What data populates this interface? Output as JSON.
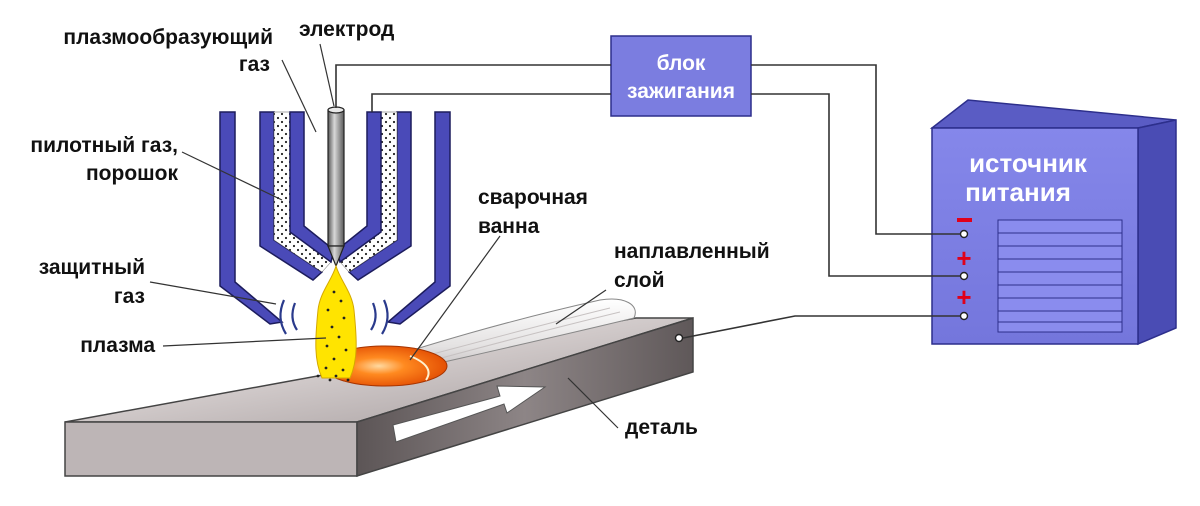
{
  "labels": {
    "plasma_gas_line1": "плазмообразующий",
    "plasma_gas_line2": "газ",
    "electrode": "электрод",
    "pilot_gas_line1": "пилотный газ,",
    "pilot_gas_line2": "порошок",
    "shield_gas_line1": "защитный",
    "shield_gas_line2": "газ",
    "plasma": "плазма",
    "weld_pool_line1": "сварочная",
    "weld_pool_line2": "ванна",
    "deposited_layer_line1": "наплавленный",
    "deposited_layer_line2": "слой",
    "workpiece": "деталь"
  },
  "ignition_unit": {
    "line1": "блок",
    "line2": "зажигания"
  },
  "power_source": {
    "line1": "источник",
    "line2": "питания",
    "terminals": [
      "−",
      "+",
      "+"
    ]
  },
  "colors": {
    "nozzle_blue": "#4a4ab8",
    "box_blue": "#7b7de0",
    "box_dark": "#5a5cc4",
    "plasma_yellow": "#ffe400",
    "weld_pool_orange": "#ff6a00",
    "terminal_red": "#e0001a",
    "workpiece_gray": "#9c9294"
  }
}
